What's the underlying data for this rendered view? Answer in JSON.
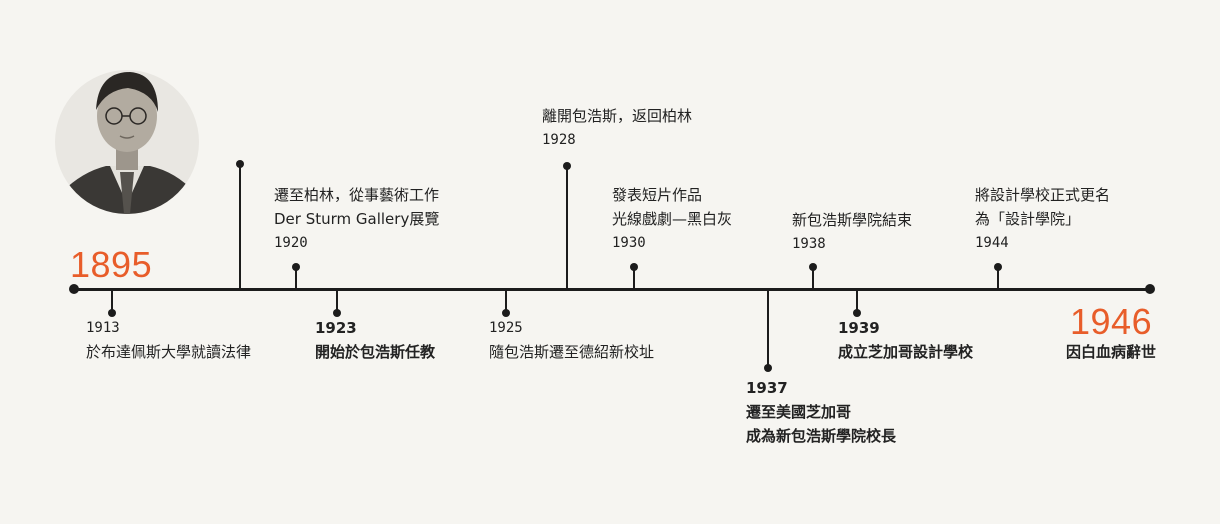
{
  "accent_color": "#e85d2a",
  "birth_year": "1895",
  "death_year": "1946",
  "events": [
    {
      "id": "1913",
      "year": "1913",
      "lines": [
        "於布達佩斯大學就讀法律"
      ]
    },
    {
      "id": "1920",
      "year": "1920",
      "lines": [
        "遷至柏林，從事藝術工作",
        "Der Sturm Gallery展覽"
      ]
    },
    {
      "id": "1923",
      "year": "1923",
      "lines": [
        "開始於包浩斯任教"
      ]
    },
    {
      "id": "1925",
      "year": "1925",
      "lines": [
        "隨包浩斯遷至德紹新校址"
      ]
    },
    {
      "id": "1928",
      "year": "1928",
      "lines": [
        "離開包浩斯，返回柏林"
      ]
    },
    {
      "id": "1930",
      "year": "1930",
      "lines": [
        "發表短片作品",
        "光線戲劇—黑白灰"
      ]
    },
    {
      "id": "1937",
      "year": "1937",
      "lines": [
        "遷至美國芝加哥",
        "成為新包浩斯學院校長"
      ]
    },
    {
      "id": "1938",
      "year": "1938",
      "lines": [
        "新包浩斯學院結束"
      ]
    },
    {
      "id": "1939",
      "year": "1939",
      "lines": [
        "成立芝加哥設計學校"
      ]
    },
    {
      "id": "1944",
      "year": "1944",
      "lines": [
        "將設計學校正式更名",
        "為「設計學院」"
      ]
    },
    {
      "id": "1946",
      "year": "1946",
      "lines": [
        "因白血病辭世"
      ]
    }
  ]
}
